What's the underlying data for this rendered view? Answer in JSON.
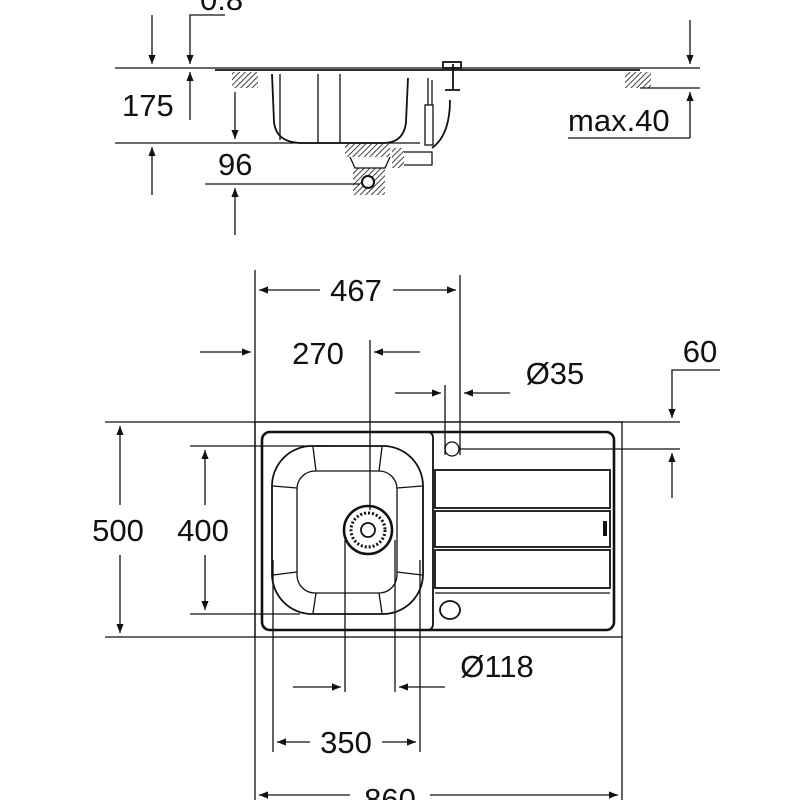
{
  "drawing": {
    "title": "Kitchen sink dimension drawing",
    "side_view": {
      "thickness_label": "0.8",
      "bowl_depth_label": "175",
      "waste_offset_label": "96",
      "worktop_label": "max.40"
    },
    "plan_view": {
      "bowl_center_offset_label": "270",
      "bowl_section_width_label": "467",
      "tap_hole_label": "Ø35",
      "tap_hole_offset_label": "60",
      "overall_depth_label": "500",
      "bowl_depth_label": "400",
      "waste_diameter_label": "Ø118",
      "bowl_width_label": "350",
      "overall_width_label": "860"
    },
    "line_color": "#111111"
  }
}
